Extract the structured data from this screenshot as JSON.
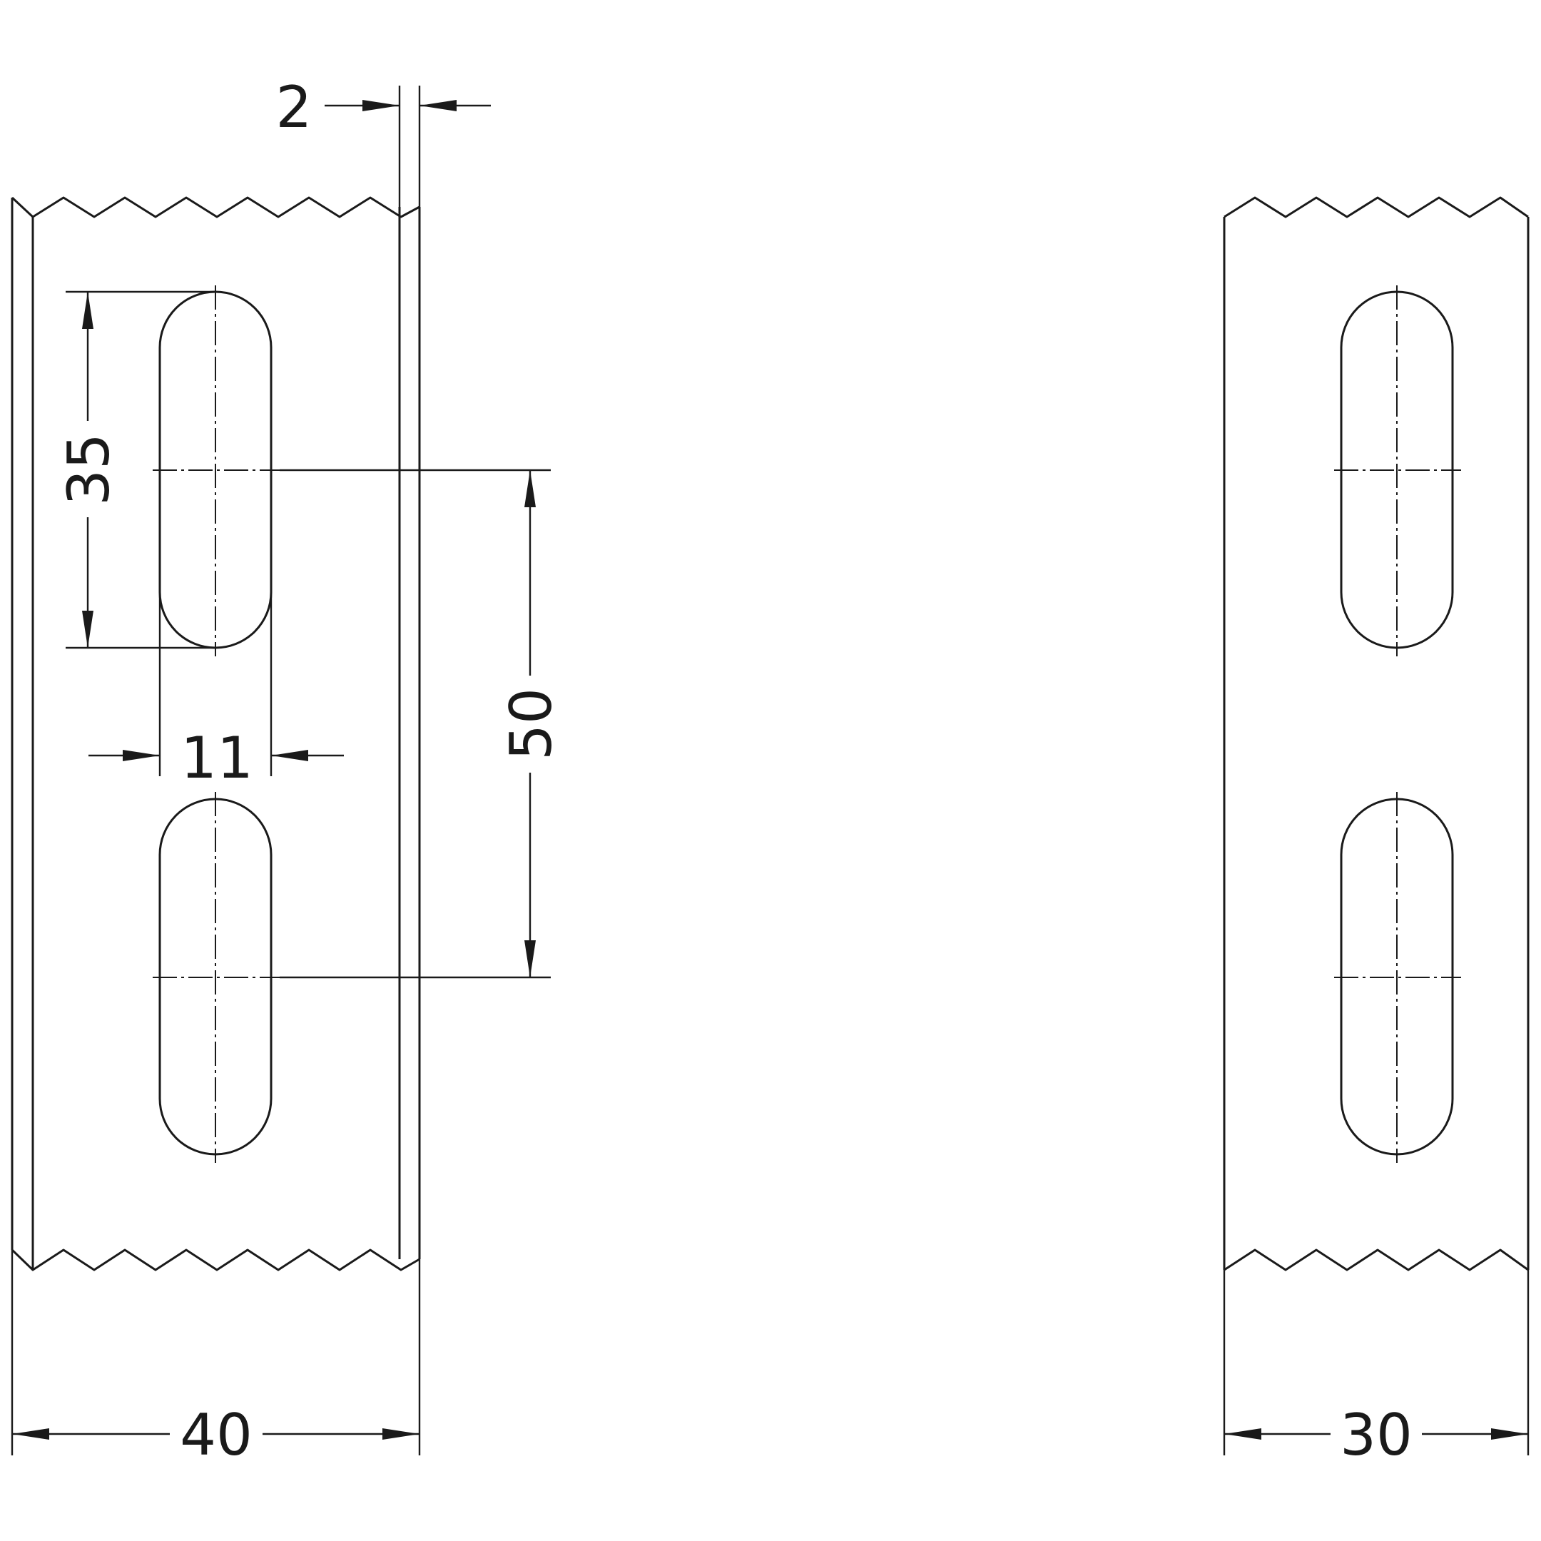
{
  "dimensions": {
    "wall_thickness": "2",
    "slot_length": "35",
    "slot_width": "11",
    "slot_pitch": "50",
    "front_width": "40",
    "side_width": "30"
  },
  "colors": {
    "line": "#1a1a1a",
    "background": "#ffffff"
  }
}
